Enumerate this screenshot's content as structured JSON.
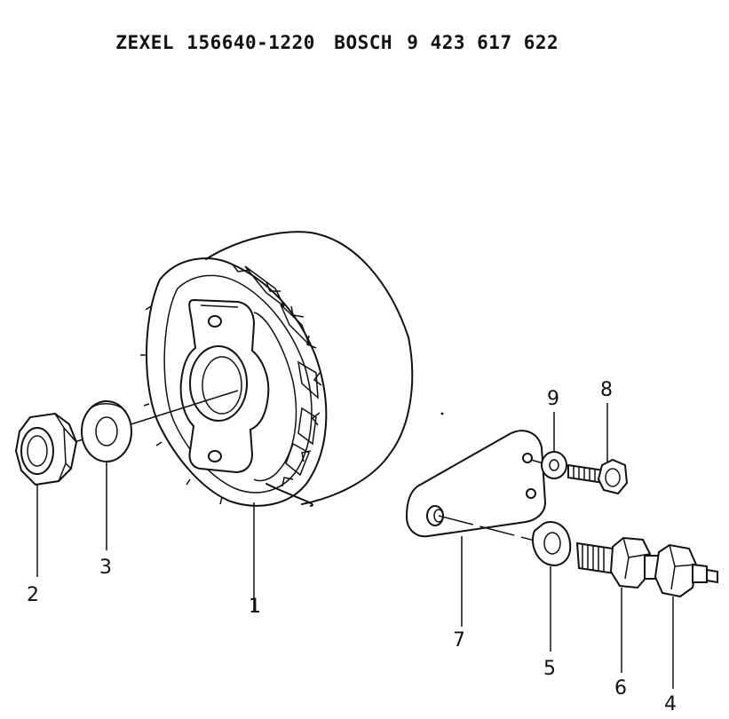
{
  "header": {
    "brand1": "ZEXEL",
    "part_number1": "156640-1220",
    "brand2": "BOSCH",
    "part_number2": "9 423 617 622"
  },
  "callouts": {
    "c1": "1",
    "c2": "2",
    "c3": "3",
    "c4": "4",
    "c5": "5",
    "c6": "6",
    "c7": "7",
    "c8": "8",
    "c9": "9"
  }
}
